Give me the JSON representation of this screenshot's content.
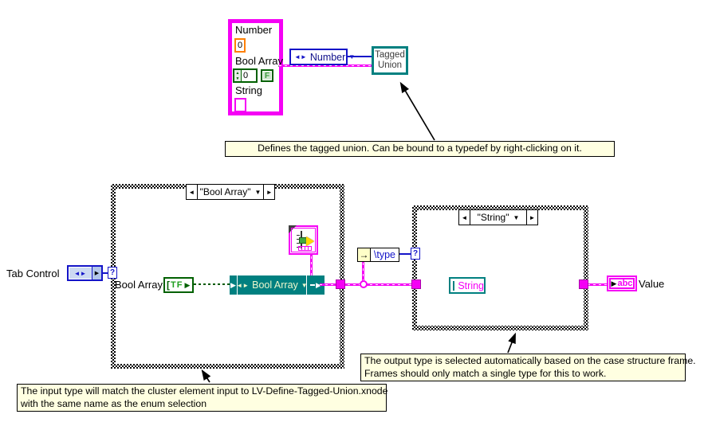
{
  "colors": {
    "wire_cluster": "#f500f5",
    "wire_numeric": "#1414c8",
    "wire_bool_array": "#005a00",
    "node_teal": "#008080",
    "enum_blue": "#1414c8",
    "numeric_orange": "#ff8000",
    "bool_green": "#006000",
    "tooltip_bg": "#ffffe1"
  },
  "glyphs": {
    "enum_lr": "◄►",
    "dropdown": "▼",
    "left_btn": "◄",
    "right_btn": "►",
    "play": "▶",
    "up": "▲",
    "down": "▼",
    "arrow_right": "→",
    "question": "?"
  },
  "cluster": {
    "number_label": "Number",
    "number_value": "0",
    "bool_label": "Bool Array",
    "bool_value": "0",
    "bool_button": "F",
    "string_label": "String"
  },
  "enum_constant": {
    "label": "Number"
  },
  "tagged_union": {
    "label": "Tagged Union"
  },
  "outer_case": {
    "selector": "\"Bool Array\"",
    "selector_terminal": "?"
  },
  "inner_case": {
    "selector": "\"String\"",
    "selector_terminal": "?"
  },
  "tab_control": {
    "label": "Tab Control"
  },
  "bool_array_input": {
    "label": "Bool Array",
    "bracket": "[",
    "terminal": "TF"
  },
  "xnode_selector": {
    "label": "Bool Array"
  },
  "type_node": {
    "label": "\\type"
  },
  "string_node": {
    "label": "String"
  },
  "value_output": {
    "label": "Value",
    "terminal": "abc"
  },
  "annotations": {
    "define_note": "Defines the tagged union. Can be bound to a typedef by right-clicking on it.",
    "output_note_line1": "The output type is selected automatically based on the case structure frame.",
    "output_note_line2": "Frames should only match a single type for this to work.",
    "input_note_line1": "The input type will match the cluster element input to LV-Define-Tagged-Union.xnode",
    "input_note_line2": "with the same name as the enum selection"
  }
}
